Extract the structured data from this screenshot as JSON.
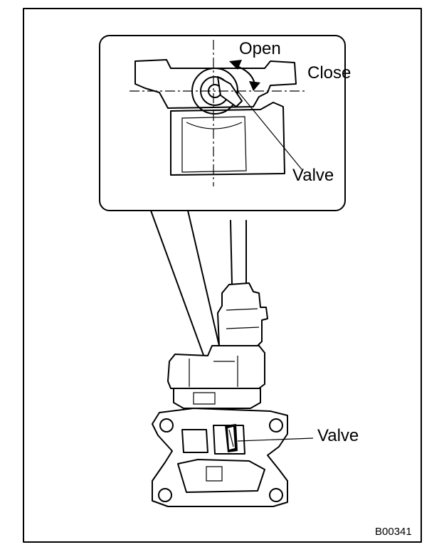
{
  "labels": {
    "open": "Open",
    "close": "Close",
    "valve_inset": "Valve",
    "valve_main": "Valve",
    "figure_code": "B00341"
  },
  "icons": {
    "rotation": "curved-double-arrow-icon"
  },
  "colors": {
    "line": "#000000",
    "background": "#ffffff"
  }
}
